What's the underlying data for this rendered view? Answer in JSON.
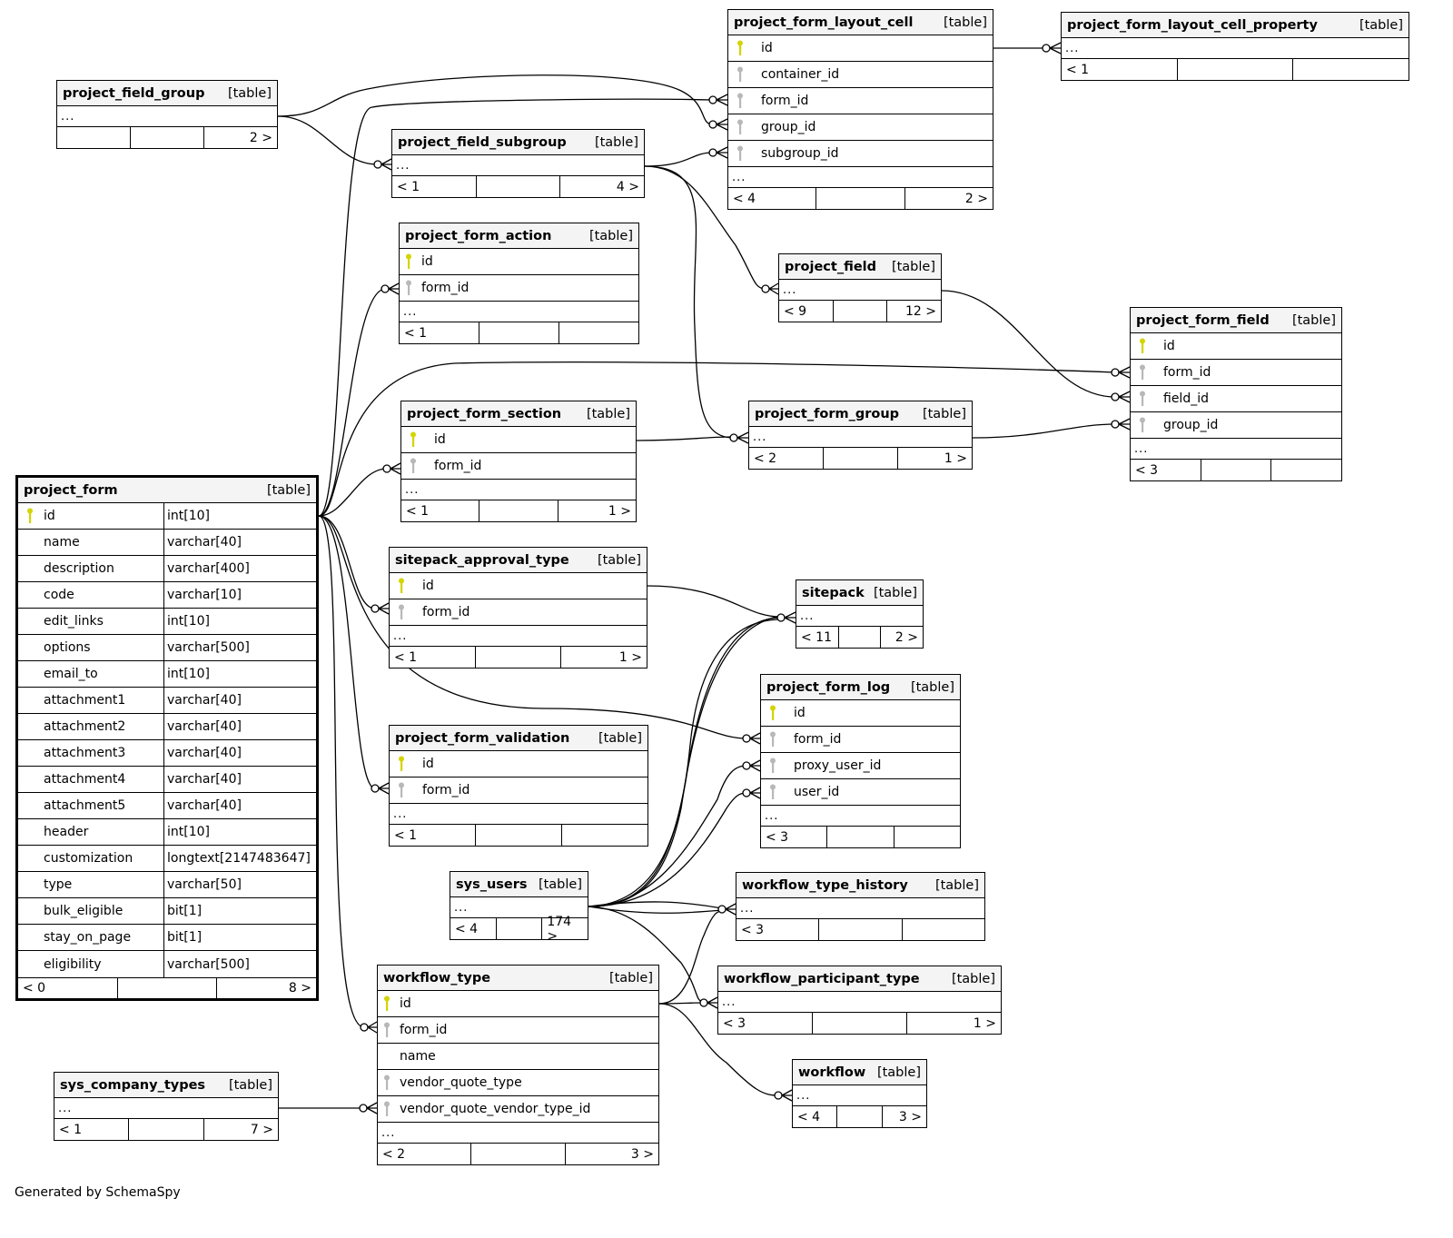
{
  "credit": "Generated by SchemaSpy",
  "colors": {
    "pk_key": "#d4d400",
    "fk_key": "#b8b8b8",
    "line": "#000000",
    "header_bg": "#f4f4f4"
  },
  "tables": {
    "project_form": {
      "name": "project_form",
      "type": "[table]",
      "columns": [
        {
          "name": "id",
          "type": "int[10]",
          "key": "primary-key"
        },
        {
          "name": "name",
          "type": "varchar[40]",
          "key": ""
        },
        {
          "name": "description",
          "type": "varchar[400]",
          "key": ""
        },
        {
          "name": "code",
          "type": "varchar[10]",
          "key": ""
        },
        {
          "name": "edit_links",
          "type": "int[10]",
          "key": ""
        },
        {
          "name": "options",
          "type": "varchar[500]",
          "key": ""
        },
        {
          "name": "email_to",
          "type": "int[10]",
          "key": ""
        },
        {
          "name": "attachment1",
          "type": "varchar[40]",
          "key": ""
        },
        {
          "name": "attachment2",
          "type": "varchar[40]",
          "key": ""
        },
        {
          "name": "attachment3",
          "type": "varchar[40]",
          "key": ""
        },
        {
          "name": "attachment4",
          "type": "varchar[40]",
          "key": ""
        },
        {
          "name": "attachment5",
          "type": "varchar[40]",
          "key": ""
        },
        {
          "name": "header",
          "type": "int[10]",
          "key": ""
        },
        {
          "name": "customization",
          "type": "longtext[2147483647]",
          "key": ""
        },
        {
          "name": "type",
          "type": "varchar[50]",
          "key": ""
        },
        {
          "name": "bulk_eligible",
          "type": "bit[1]",
          "key": ""
        },
        {
          "name": "stay_on_page",
          "type": "bit[1]",
          "key": ""
        },
        {
          "name": "eligibility",
          "type": "varchar[500]",
          "key": ""
        }
      ],
      "parents": "< 0",
      "mid": "",
      "children": "8 >"
    },
    "project_field_group": {
      "name": "project_field_group",
      "type": "[table]",
      "ellipsis": "...",
      "parents": "",
      "mid": "",
      "children": "2 >"
    },
    "project_field_subgroup": {
      "name": "project_field_subgroup",
      "type": "[table]",
      "ellipsis": "...",
      "parents": "< 1",
      "mid": "",
      "children": "4 >"
    },
    "project_form_layout_cell": {
      "name": "project_form_layout_cell",
      "type": "[table]",
      "columns": [
        {
          "name": "id",
          "key": "primary-key"
        },
        {
          "name": "container_id",
          "key": "foreign-key"
        },
        {
          "name": "form_id",
          "key": "foreign-key"
        },
        {
          "name": "group_id",
          "key": "foreign-key"
        },
        {
          "name": "subgroup_id",
          "key": "foreign-key"
        }
      ],
      "ellipsis": "...",
      "parents": "< 4",
      "mid": "",
      "children": "2 >"
    },
    "project_form_layout_cell_property": {
      "name": "project_form_layout_cell_property",
      "type": "[table]",
      "ellipsis": "...",
      "parents": "< 1",
      "mid": "",
      "children": ""
    },
    "project_form_action": {
      "name": "project_form_action",
      "type": "[table]",
      "columns": [
        {
          "name": "id",
          "key": "primary-key"
        },
        {
          "name": "form_id",
          "key": "foreign-key"
        }
      ],
      "ellipsis": "...",
      "parents": "< 1",
      "mid": "",
      "children": ""
    },
    "project_field": {
      "name": "project_field",
      "type": "[table]",
      "ellipsis": "...",
      "parents": "< 9",
      "mid": "",
      "children": "12 >"
    },
    "project_form_field": {
      "name": "project_form_field",
      "type": "[table]",
      "columns": [
        {
          "name": "id",
          "key": "primary-key"
        },
        {
          "name": "form_id",
          "key": "foreign-key"
        },
        {
          "name": "field_id",
          "key": "foreign-key"
        },
        {
          "name": "group_id",
          "key": "foreign-key"
        }
      ],
      "ellipsis": "...",
      "parents": "< 3",
      "mid": "",
      "children": ""
    },
    "project_form_section": {
      "name": "project_form_section",
      "type": "[table]",
      "columns": [
        {
          "name": "id",
          "key": "primary-key"
        },
        {
          "name": "form_id",
          "key": "foreign-key"
        }
      ],
      "ellipsis": "...",
      "parents": "< 1",
      "mid": "",
      "children": "1 >"
    },
    "project_form_group": {
      "name": "project_form_group",
      "type": "[table]",
      "ellipsis": "...",
      "parents": "< 2",
      "mid": "",
      "children": "1 >"
    },
    "sitepack_approval_type": {
      "name": "sitepack_approval_type",
      "type": "[table]",
      "columns": [
        {
          "name": "id",
          "key": "primary-key"
        },
        {
          "name": "form_id",
          "key": "foreign-key"
        }
      ],
      "ellipsis": "...",
      "parents": "< 1",
      "mid": "",
      "children": "1 >"
    },
    "sitepack": {
      "name": "sitepack",
      "type": "[table]",
      "ellipsis": "...",
      "parents": "< 11",
      "mid": "",
      "children": "2 >"
    },
    "project_form_log": {
      "name": "project_form_log",
      "type": "[table]",
      "columns": [
        {
          "name": "id",
          "key": "primary-key"
        },
        {
          "name": "form_id",
          "key": "foreign-key"
        },
        {
          "name": "proxy_user_id",
          "key": "foreign-key"
        },
        {
          "name": "user_id",
          "key": "foreign-key"
        }
      ],
      "ellipsis": "...",
      "parents": "< 3",
      "mid": "",
      "children": ""
    },
    "project_form_validation": {
      "name": "project_form_validation",
      "type": "[table]",
      "columns": [
        {
          "name": "id",
          "key": "primary-key"
        },
        {
          "name": "form_id",
          "key": "foreign-key"
        }
      ],
      "ellipsis": "...",
      "parents": "< 1",
      "mid": "",
      "children": ""
    },
    "sys_users": {
      "name": "sys_users",
      "type": "[table]",
      "ellipsis": "...",
      "parents": "< 4",
      "mid": "",
      "children": "174 >"
    },
    "workflow_type_history": {
      "name": "workflow_type_history",
      "type": "[table]",
      "ellipsis": "...",
      "parents": "< 3",
      "mid": "",
      "children": ""
    },
    "workflow_participant_type": {
      "name": "workflow_participant_type",
      "type": "[table]",
      "ellipsis": "...",
      "parents": "< 3",
      "mid": "",
      "children": "1 >"
    },
    "workflow_type": {
      "name": "workflow_type",
      "type": "[table]",
      "columns": [
        {
          "name": "id",
          "key": "primary-key"
        },
        {
          "name": "form_id",
          "key": "foreign-key"
        },
        {
          "name": "name",
          "key": ""
        },
        {
          "name": "vendor_quote_type",
          "key": "foreign-key"
        },
        {
          "name": "vendor_quote_vendor_type_id",
          "key": "foreign-key"
        }
      ],
      "ellipsis": "...",
      "parents": "< 2",
      "mid": "",
      "children": "3 >"
    },
    "workflow": {
      "name": "workflow",
      "type": "[table]",
      "ellipsis": "...",
      "parents": "< 4",
      "mid": "",
      "children": "3 >"
    },
    "sys_company_types": {
      "name": "sys_company_types",
      "type": "[table]",
      "ellipsis": "...",
      "parents": "< 1",
      "mid": "",
      "children": "7 >"
    }
  },
  "relationships": [
    {
      "from": "project_form.id",
      "to": "project_form_layout_cell.form_id"
    },
    {
      "from": "project_form.id",
      "to": "project_form_action.form_id"
    },
    {
      "from": "project_form.id",
      "to": "project_form_field.form_id"
    },
    {
      "from": "project_form.id",
      "to": "project_form_section.form_id"
    },
    {
      "from": "project_form.id",
      "to": "sitepack_approval_type.form_id"
    },
    {
      "from": "project_form.id",
      "to": "project_form_log.form_id"
    },
    {
      "from": "project_form.id",
      "to": "project_form_validation.form_id"
    },
    {
      "from": "project_form.id",
      "to": "workflow_type.form_id"
    },
    {
      "from": "project_field_group",
      "to": "project_form_layout_cell.group_id"
    },
    {
      "from": "project_field_group",
      "to": "project_field_subgroup"
    },
    {
      "from": "project_field_subgroup",
      "to": "project_form_layout_cell.subgroup_id"
    },
    {
      "from": "project_field_subgroup",
      "to": "project_field"
    },
    {
      "from": "project_field_subgroup",
      "to": "project_form_group"
    },
    {
      "from": "project_form_layout_cell.id",
      "to": "project_form_layout_cell_property"
    },
    {
      "from": "project_field",
      "to": "project_form_field.field_id"
    },
    {
      "from": "project_form_section.id",
      "to": "project_form_group"
    },
    {
      "from": "project_form_group",
      "to": "project_form_field.group_id"
    },
    {
      "from": "sitepack_approval_type.id",
      "to": "sitepack"
    },
    {
      "from": "sys_users",
      "to": "sitepack"
    },
    {
      "from": "sys_users",
      "to": "project_form_log.proxy_user_id"
    },
    {
      "from": "sys_users",
      "to": "project_form_log.user_id"
    },
    {
      "from": "sys_users",
      "to": "workflow_type_history"
    },
    {
      "from": "sys_users",
      "to": "workflow_participant_type"
    },
    {
      "from": "workflow_type.id",
      "to": "workflow_type_history"
    },
    {
      "from": "workflow_type.id",
      "to": "workflow_participant_type"
    },
    {
      "from": "workflow_type.id",
      "to": "workflow"
    },
    {
      "from": "sys_company_types",
      "to": "workflow_type.vendor_quote_vendor_type_id"
    }
  ]
}
